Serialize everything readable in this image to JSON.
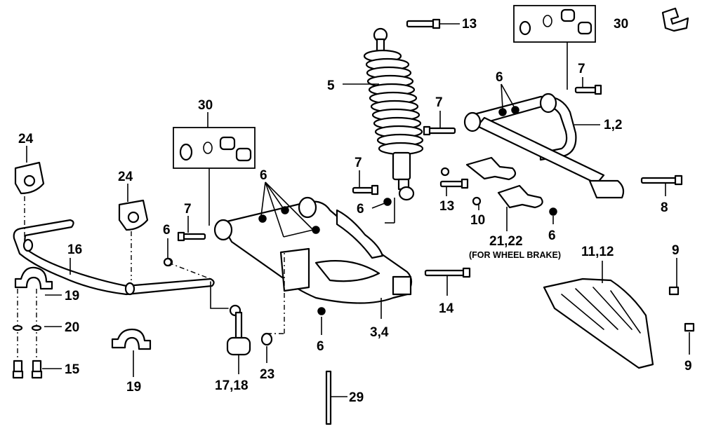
{
  "callouts": {
    "p13_top": "13",
    "p30_right": "30",
    "p7_right": "7",
    "p5": "5",
    "p6_top": "6",
    "p7_mid": "7",
    "p1_2": "1,2",
    "p30_left": "30",
    "p24_left": "24",
    "p24_mid": "24",
    "p6_center": "6",
    "p7_center": "7",
    "p6_shock": "6",
    "p13_mid": "13",
    "p8": "8",
    "p7_left": "7",
    "p6_left": "6",
    "p10": "10",
    "p6_right": "6",
    "p21_22": "21,22",
    "p11_12": "11,12",
    "p9_top": "9",
    "p16": "16",
    "p19_left": "19",
    "p20": "20",
    "p15": "15",
    "p14": "14",
    "p3_4": "3,4",
    "p6_bottom": "6",
    "p9_bottom": "9",
    "p19_bottom": "19",
    "p17_18": "17,18",
    "p23": "23",
    "p29": "29"
  },
  "notes": {
    "wheel_brake": "(FOR WHEEL BRAKE)"
  },
  "icons": [
    "front-direction-arrow-icon"
  ]
}
